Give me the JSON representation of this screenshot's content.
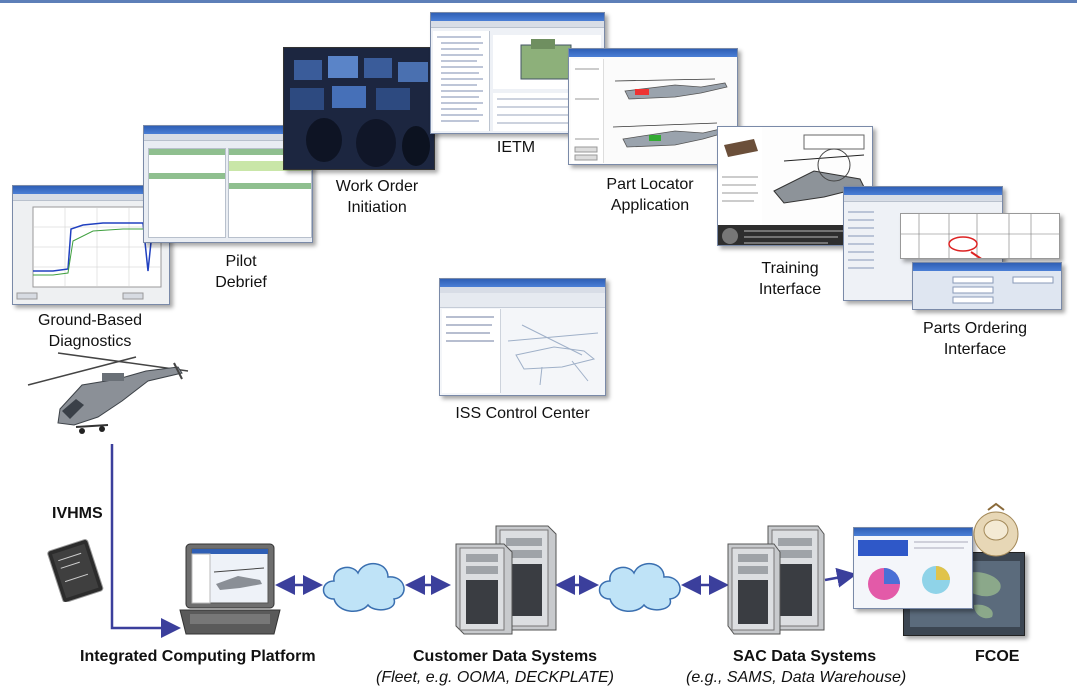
{
  "labels": {
    "ground_based": [
      "Ground-Based",
      "Diagnostics"
    ],
    "pilot_debrief": [
      "Pilot",
      "Debrief"
    ],
    "work_order": [
      "Work Order",
      "Initiation"
    ],
    "ietm": "IETM",
    "part_locator": [
      "Part Locator",
      "Application"
    ],
    "training": [
      "Training",
      "Interface"
    ],
    "parts_ordering": [
      "Parts Ordering",
      "Interface"
    ],
    "iss_control": "ISS Control Center",
    "ivhms": "IVHMS",
    "icp": "Integrated Computing Platform",
    "customer_data": "Customer Data Systems",
    "customer_data_sub": "(Fleet, e.g. OOMA, DECKPLATE)",
    "sac_data": "SAC Data Systems",
    "sac_data_sub": "(e.g., SAMS, Data Warehouse)",
    "fcoe": "FCOE"
  },
  "colors": {
    "arrow": "#3b3f9c",
    "cloud_fill": "#bfe3f7",
    "cloud_stroke": "#3a6fb0",
    "title_bar": "#2f5fb5"
  }
}
